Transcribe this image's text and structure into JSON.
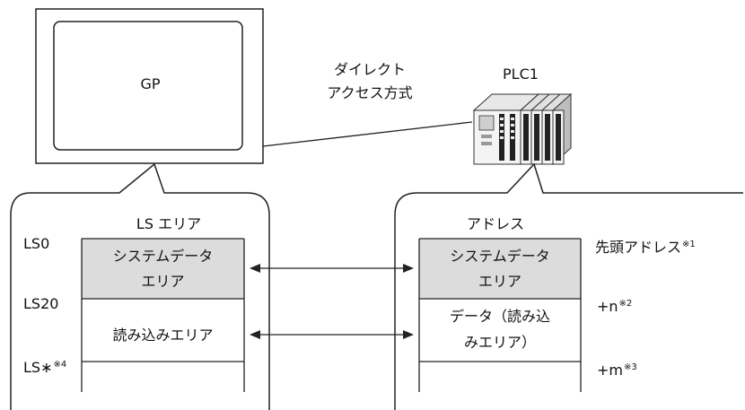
{
  "gp": {
    "label": "GP"
  },
  "connection": {
    "line1": "ダイレクト",
    "line2": "アクセス方式"
  },
  "plc": {
    "label": "PLC1"
  },
  "ls_area": {
    "title": "LS エリア",
    "addr_ls0": "LS0",
    "addr_ls20": "LS20",
    "addr_lsx": "LS",
    "addr_lsx_star": "∗",
    "addr_lsx_note": "※4",
    "system_line1": "システムデータ",
    "system_line2": "エリア",
    "read": "読み込みエリア"
  },
  "plc_area": {
    "title": "アドレス",
    "system_line1": "システムデータ",
    "system_line2": "エリア",
    "data_line1": "データ（読み込",
    "data_line2": "みエリア）",
    "head_address": "先頭アドレス",
    "head_note": "※1",
    "offset_n": "+n",
    "offset_n_note": "※2",
    "offset_m": "+m",
    "offset_m_note": "※3"
  },
  "colors": {
    "system_fill": "#dcdcdc",
    "line": "#222222"
  }
}
